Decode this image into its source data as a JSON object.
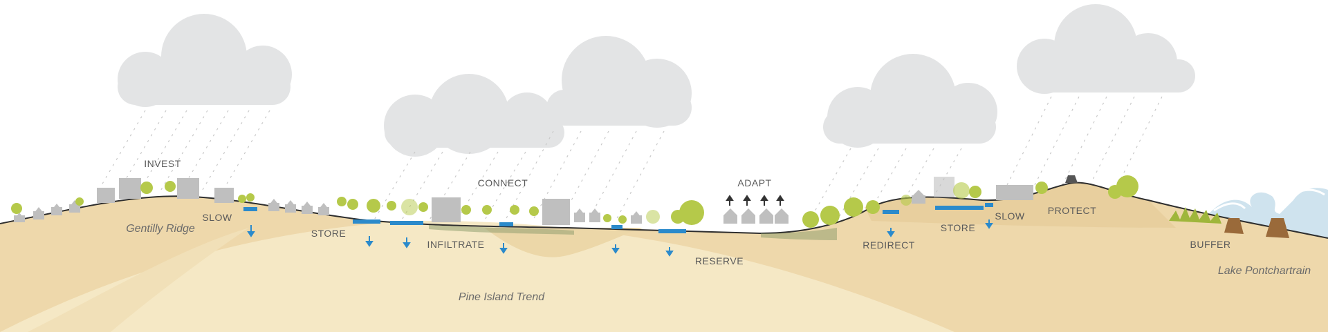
{
  "colors": {
    "sky": "#ffffff",
    "cloud": "#e3e4e5",
    "rain": "#c9c9c9",
    "soil_light": "#f5e8c5",
    "soil_mid": "#eed8ab",
    "soil_dark": "#e6cd9b",
    "water": "#2b8acb",
    "building": "#bfbfbf",
    "tree": "#b5c94a",
    "wave": "#cfe3ee"
  },
  "icons": [
    "cloud-icon",
    "rain-icon",
    "building-icon",
    "tree-icon",
    "arrow-down-icon",
    "arrow-up-icon",
    "wave-icon",
    "levee-icon"
  ],
  "labels": {
    "invest": "INVEST",
    "slow_1": "SLOW",
    "store_1": "STORE",
    "infiltrate": "INFILTRATE",
    "connect": "CONNECT",
    "adapt": "ADAPT",
    "reserve": "RESERVE",
    "redirect": "REDIRECT",
    "store_2": "STORE",
    "slow_2": "SLOW",
    "protect": "PROTECT",
    "buffer": "BUFFER"
  },
  "places": {
    "gentilly_ridge": "Gentilly Ridge",
    "pine_island_trend": "Pine Island Trend",
    "lake_pontchartrain": "Lake Pontchartrain"
  }
}
